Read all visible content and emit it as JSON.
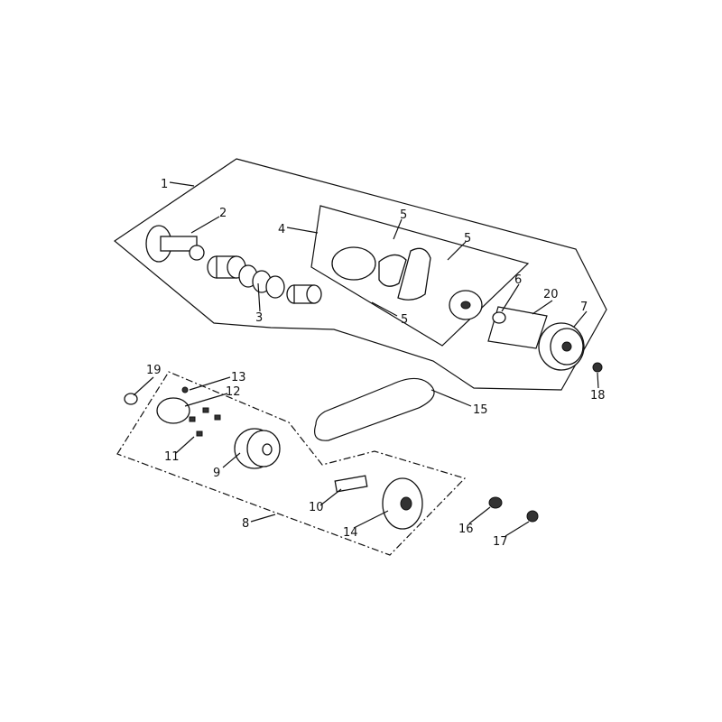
{
  "diagram": {
    "title": "Drive pulley / clutch exploded view",
    "callouts": [
      "1",
      "2",
      "3",
      "4",
      "5",
      "5",
      "5",
      "6",
      "7",
      "8",
      "9",
      "10",
      "11",
      "12",
      "13",
      "14",
      "15",
      "16",
      "17",
      "18",
      "19",
      "20"
    ]
  }
}
